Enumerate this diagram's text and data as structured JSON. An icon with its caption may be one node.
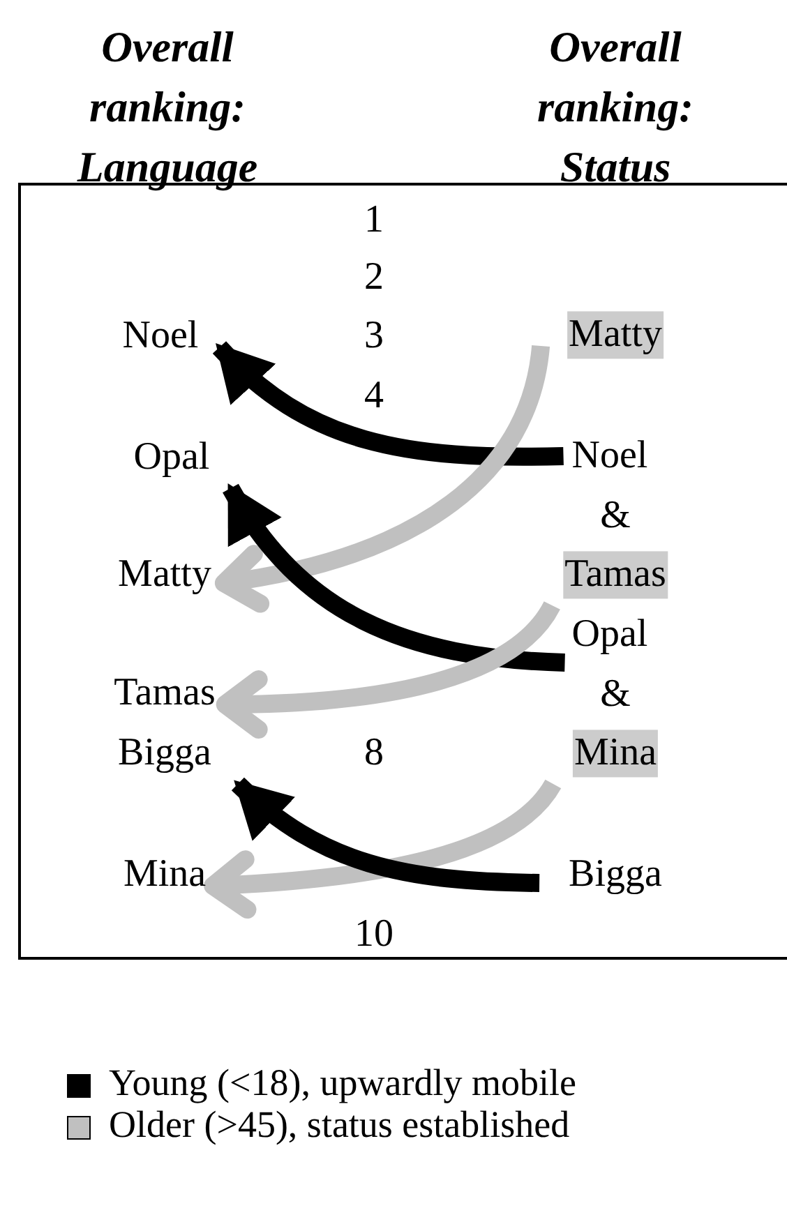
{
  "diagram": {
    "nodes": [
      {
        "text": [
          "Noel"
        ]
      },
      {
        "text": [
          "Opal"
        ]
      },
      {
        "text": [
          "Matty"
        ]
      },
      {
        "text": [
          "Tamas"
        ]
      },
      {
        "text": [
          "Bigga"
        ]
      },
      {
        "text": [
          "Mina"
        ]
      },
      {
        "text": [
          "Matty"
        ]
      },
      {
        "text": [
          "Noel"
        ]
      },
      {
        "text": [
          "Tamas"
        ]
      },
      {
        "text": [
          "Opal"
        ]
      },
      {
        "text": [
          "Mina"
        ]
      },
      {
        "text": [
          "Bigga"
        ]
      }
    ],
    "edges": [
      {
        "from": 7,
        "to": 0,
        "arrow": "to",
        "color": "#000000"
      },
      {
        "from": 6,
        "to": 2,
        "arrow": "to",
        "color": "#c0c0c0"
      },
      {
        "from": 9,
        "to": 1,
        "arrow": "to",
        "color": "#000000"
      },
      {
        "from": 8,
        "to": 3,
        "arrow": "to",
        "color": "#c0c0c0"
      },
      {
        "from": 10,
        "to": 5,
        "arrow": "to",
        "color": "#c0c0c0"
      },
      {
        "from": 11,
        "to": 4,
        "arrow": "to",
        "color": "#000000"
      }
    ],
    "labels": [
      "Overall ranking: Language",
      "Overall ranking: Status",
      "1",
      "2",
      "3",
      "4",
      "&",
      "&",
      "8",
      "10"
    ],
    "legend": [
      {
        "text": "Young (<18), upwardly mobile",
        "color": "#000000"
      },
      {
        "text": "Older (>45), status established",
        "color": "#c0c0c0"
      }
    ]
  }
}
